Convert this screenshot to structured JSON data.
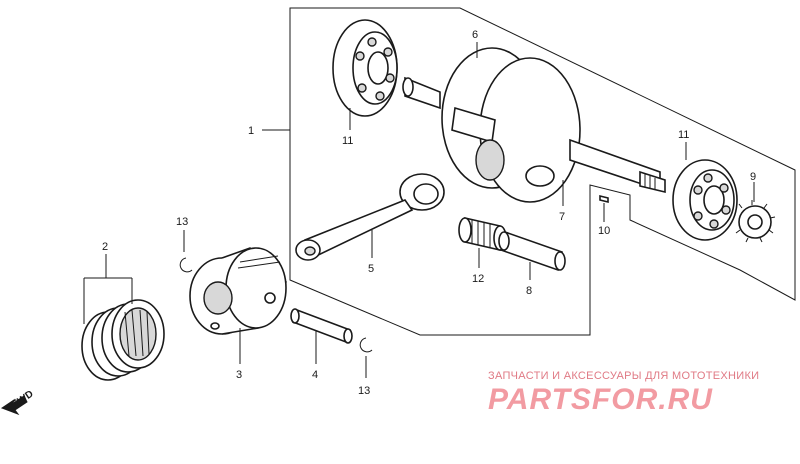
{
  "callouts": {
    "c1": "1",
    "c2": "2",
    "c3": "3",
    "c4": "4",
    "c5": "5",
    "c6": "6",
    "c7": "7",
    "c8": "8",
    "c9": "9",
    "c10": "10",
    "c11a": "11",
    "c11b": "11",
    "c12": "12",
    "c13a": "13",
    "c13b": "13"
  },
  "direction_label": "FWD",
  "watermark": {
    "caption": "ЗАПЧАСТИ И АКСЕССУАРЫ ДЛЯ МОТОТЕХНИКИ",
    "logo": "PARTSFOR.RU"
  }
}
